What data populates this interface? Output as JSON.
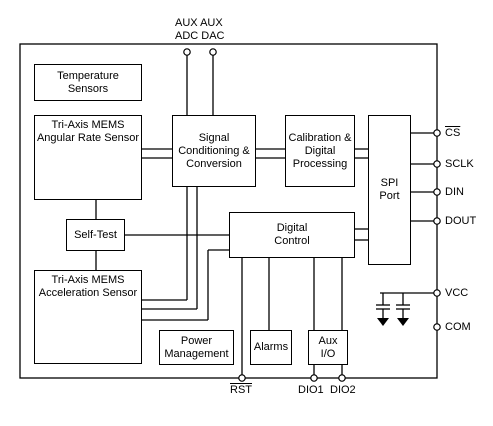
{
  "top_labels": {
    "aux_line1": "AUX AUX",
    "aux_line2": "ADC DAC"
  },
  "blocks": {
    "temperature": "Temperature Sensors",
    "gyro": "Tri-Axis MEMS Angular Rate Sensor",
    "signal": "Signal Conditioning & Conversion",
    "calibration": "Calibration & Digital Processing",
    "spi": "SPI Port",
    "selftest": "Self-Test",
    "digital_control": "Digital Control",
    "accel": "Tri-Axis MEMS Acceleration Sensor",
    "power": "Power Management",
    "alarms": "Alarms",
    "auxio": "Aux I/O"
  },
  "pins": {
    "cs": "CS",
    "sclk": "SCLK",
    "din": "DIN",
    "dout": "DOUT",
    "vcc": "VCC",
    "com": "COM",
    "rst": "RST",
    "dio1": "DIO1",
    "dio2": "DIO2"
  }
}
